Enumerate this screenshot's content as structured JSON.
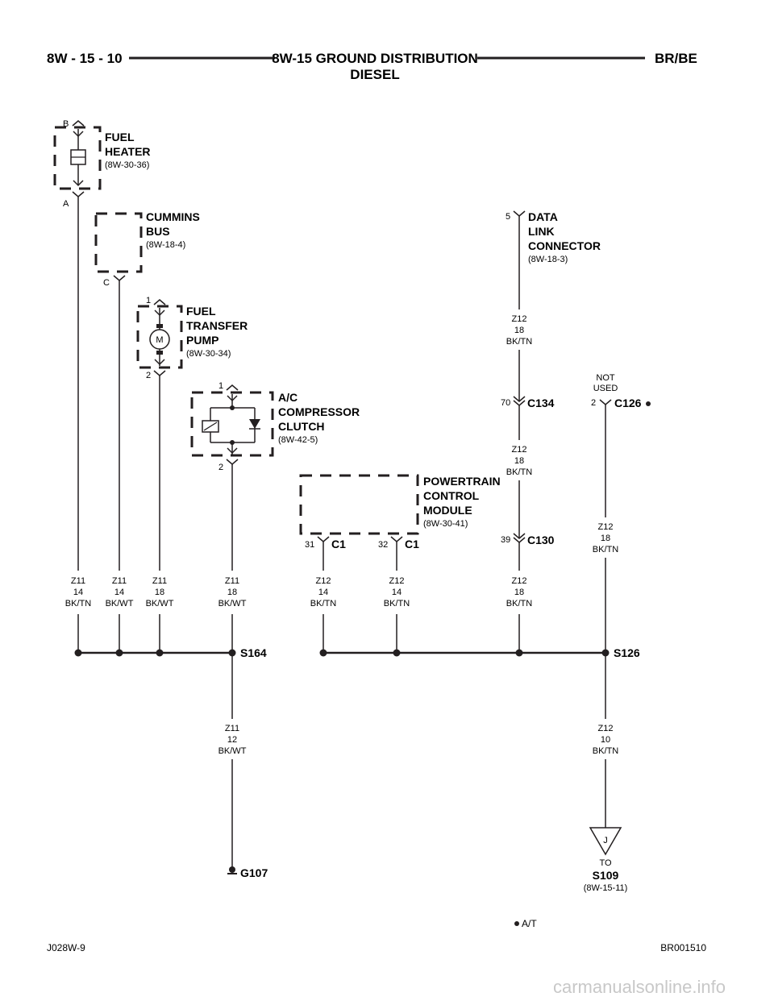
{
  "header": {
    "page_number": "8W - 15 - 10",
    "title_line1": "8W-15 GROUND DISTRIBUTION",
    "title_line2": "DIESEL",
    "model": "BR/BE"
  },
  "components": {
    "fuel_heater": {
      "line1": "FUEL",
      "line2": "HEATER",
      "ref": "(8W-30-36)",
      "pin_top": "B",
      "pin_bottom": "A"
    },
    "cummins_bus": {
      "line1": "CUMMINS",
      "line2": "BUS",
      "ref": "(8W-18-4)",
      "pin": "C"
    },
    "fuel_transfer_pump": {
      "line1": "FUEL",
      "line2": "TRANSFER",
      "line3": "PUMP",
      "ref": "(8W-30-34)",
      "pin_top": "1",
      "pin_bottom": "2",
      "motor": "M"
    },
    "ac_clutch": {
      "line1": "A/C",
      "line2": "COMPRESSOR",
      "line3": "CLUTCH",
      "ref": "(8W-42-5)",
      "pin_top": "1",
      "pin_bottom": "2"
    },
    "pcm": {
      "line1": "POWERTRAIN",
      "line2": "CONTROL",
      "line3": "MODULE",
      "ref": "(8W-30-41)",
      "pin_a": "31",
      "conn_a": "C1",
      "pin_b": "32",
      "conn_b": "C1"
    },
    "dlc": {
      "line1": "DATA",
      "line2": "LINK",
      "line3": "CONNECTOR",
      "ref": "(8W-18-3)",
      "pin": "5"
    }
  },
  "connectors": {
    "c134": {
      "pin": "70",
      "name": "C134"
    },
    "c130": {
      "pin": "39",
      "name": "C130"
    },
    "c126": {
      "pin": "2",
      "name": "C126",
      "note_line1": "NOT",
      "note_line2": "USED"
    }
  },
  "wires": {
    "w1": {
      "circuit": "Z11",
      "gauge": "14",
      "color": "BK/TN"
    },
    "w2": {
      "circuit": "Z11",
      "gauge": "14",
      "color": "BK/WT"
    },
    "w3": {
      "circuit": "Z11",
      "gauge": "18",
      "color": "BK/WT"
    },
    "w4": {
      "circuit": "Z11",
      "gauge": "18",
      "color": "BK/WT"
    },
    "w5": {
      "circuit": "Z12",
      "gauge": "14",
      "color": "BK/TN"
    },
    "w6": {
      "circuit": "Z12",
      "gauge": "14",
      "color": "BK/TN"
    },
    "w7": {
      "circuit": "Z12",
      "gauge": "18",
      "color": "BK/TN"
    },
    "w_dlc_top": {
      "circuit": "Z12",
      "gauge": "18",
      "color": "BK/TN"
    },
    "w_dlc_mid": {
      "circuit": "Z12",
      "gauge": "18",
      "color": "BK/TN"
    },
    "w_c126": {
      "circuit": "Z12",
      "gauge": "18",
      "color": "BK/TN"
    },
    "w_ground": {
      "circuit": "Z11",
      "gauge": "12",
      "color": "BK/WT"
    },
    "w_s109": {
      "circuit": "Z12",
      "gauge": "10",
      "color": "BK/TN"
    }
  },
  "splices": {
    "s164": "S164",
    "s126": "S126"
  },
  "ground": {
    "name": "G107"
  },
  "destination": {
    "letter": "J",
    "to": "TO",
    "name": "S109",
    "ref": "(8W-15-11)"
  },
  "legend": {
    "text": "A/T"
  },
  "footer": {
    "left": "J028W-9",
    "right": "BR001510"
  },
  "watermark": "carmanualsonline.info"
}
